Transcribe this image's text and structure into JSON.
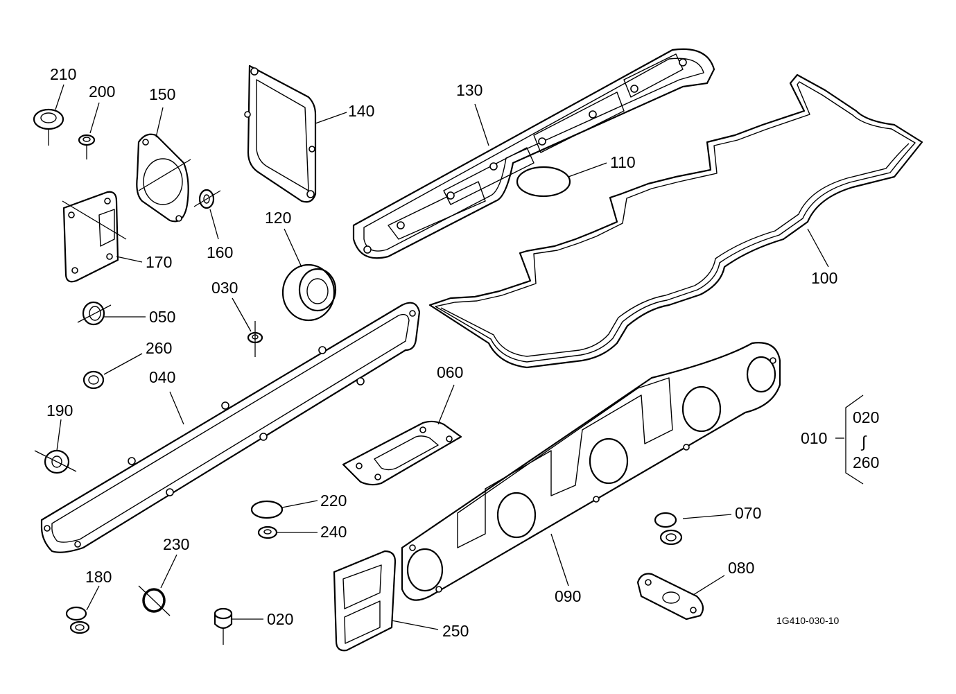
{
  "diagram": {
    "drawing_code": "1G410-030-10",
    "callouts": {
      "c010": "010",
      "c020": "020",
      "c030": "030",
      "c040": "040",
      "c050": "050",
      "c060": "060",
      "c070": "070",
      "c080": "080",
      "c090": "090",
      "c100": "100",
      "c110": "110",
      "c120": "120",
      "c130": "130",
      "c140": "140",
      "c150": "150",
      "c160": "160",
      "c170": "170",
      "c180": "180",
      "c190": "190",
      "c200": "200",
      "c210": "210",
      "c220": "220",
      "c230": "230",
      "c240": "240",
      "c250": "250",
      "c260": "260"
    },
    "kit": {
      "label": "010",
      "range_start": "020",
      "range_end": "260",
      "range_symbol": "∫"
    }
  }
}
